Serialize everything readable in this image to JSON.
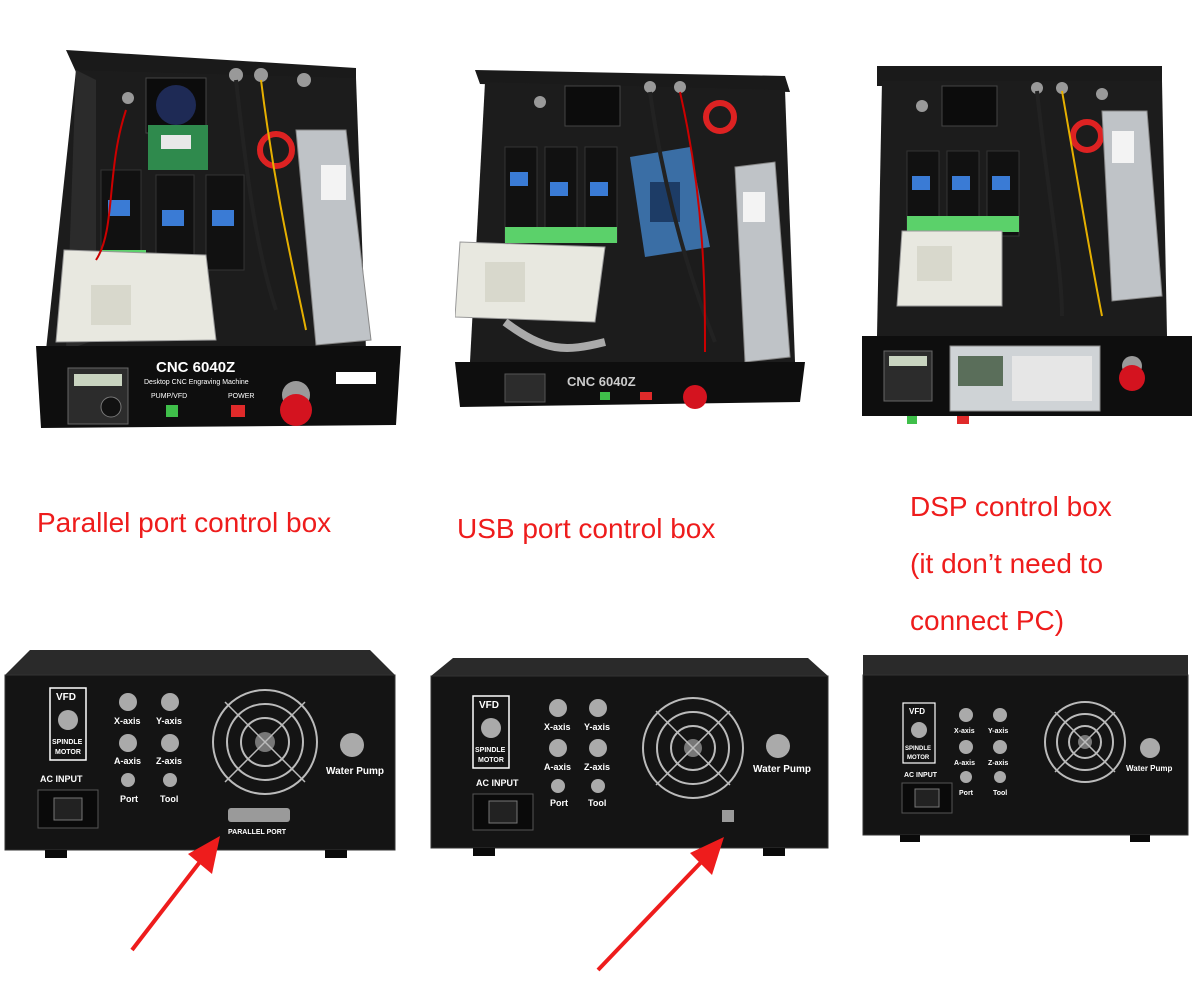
{
  "captions": {
    "parallel": "Parallel port control box",
    "usb": "USB port control box",
    "dsp": {
      "line1": "DSP control box",
      "line2": "(it don’t need to",
      "line3": "connect PC)"
    }
  },
  "front_panels": {
    "model": "CNC 6040Z",
    "subtitle": "Desktop CNC Engraving Machine",
    "pump_label": "PUMP/VFD",
    "power_label": "POWER"
  },
  "rear_labels": {
    "vfd": "VFD",
    "spindle": "SPINDLE",
    "motor": "MOTOR",
    "x_axis": "X-axis",
    "y_axis": "Y-axis",
    "a_axis": "A-axis",
    "z_axis": "Z-axis",
    "port": "Port",
    "tool": "Tool",
    "ac_input": "AC INPUT",
    "water_pump": "Water Pump",
    "parallel_port": "PARALLEL PORT"
  },
  "colors": {
    "caption": "#ee1c1c",
    "arrow": "#ee1c1c",
    "case": "#141414"
  }
}
